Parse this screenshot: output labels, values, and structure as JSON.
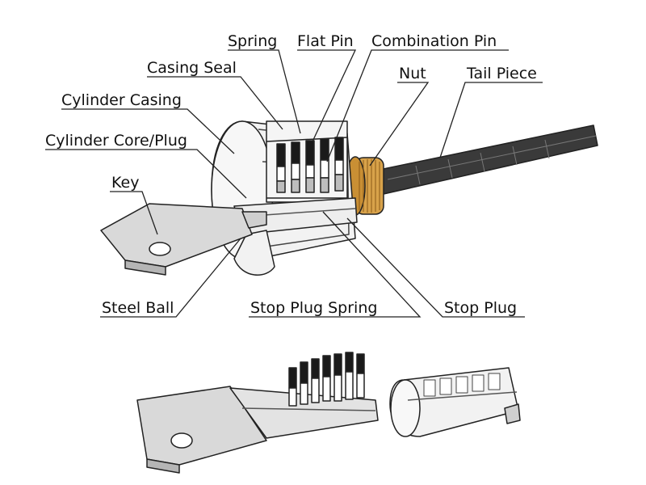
{
  "labels": {
    "spring": "Spring",
    "flat_pin": "Flat Pin",
    "combination_pin": "Combination Pin",
    "casing_seal": "Casing Seal",
    "nut": "Nut",
    "tail_piece": "Tail Piece",
    "cylinder_casing": "Cylinder Casing",
    "cylinder_core_plug": "Cylinder Core/Plug",
    "key": "Key",
    "steel_ball": "Steel Ball",
    "stop_plug_spring": "Stop Plug Spring",
    "stop_plug": "Stop Plug"
  },
  "colors": {
    "line": "#222222",
    "part_fill": "#f2f2f2",
    "key_fill": "#d9d9d9",
    "nut_fill": "#d8a24a",
    "tail_fill": "#3a3a3a",
    "pin_dark": "#1a1a1a"
  }
}
